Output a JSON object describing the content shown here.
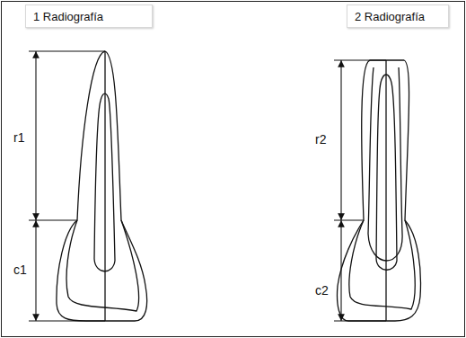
{
  "diagram": {
    "nodes": [
      {
        "text": [
          "1 Radiografía"
        ]
      },
      {
        "text": [
          "2 Radiografía"
        ]
      }
    ],
    "labels": [
      "r1",
      "c1",
      "r2",
      "c2"
    ]
  }
}
